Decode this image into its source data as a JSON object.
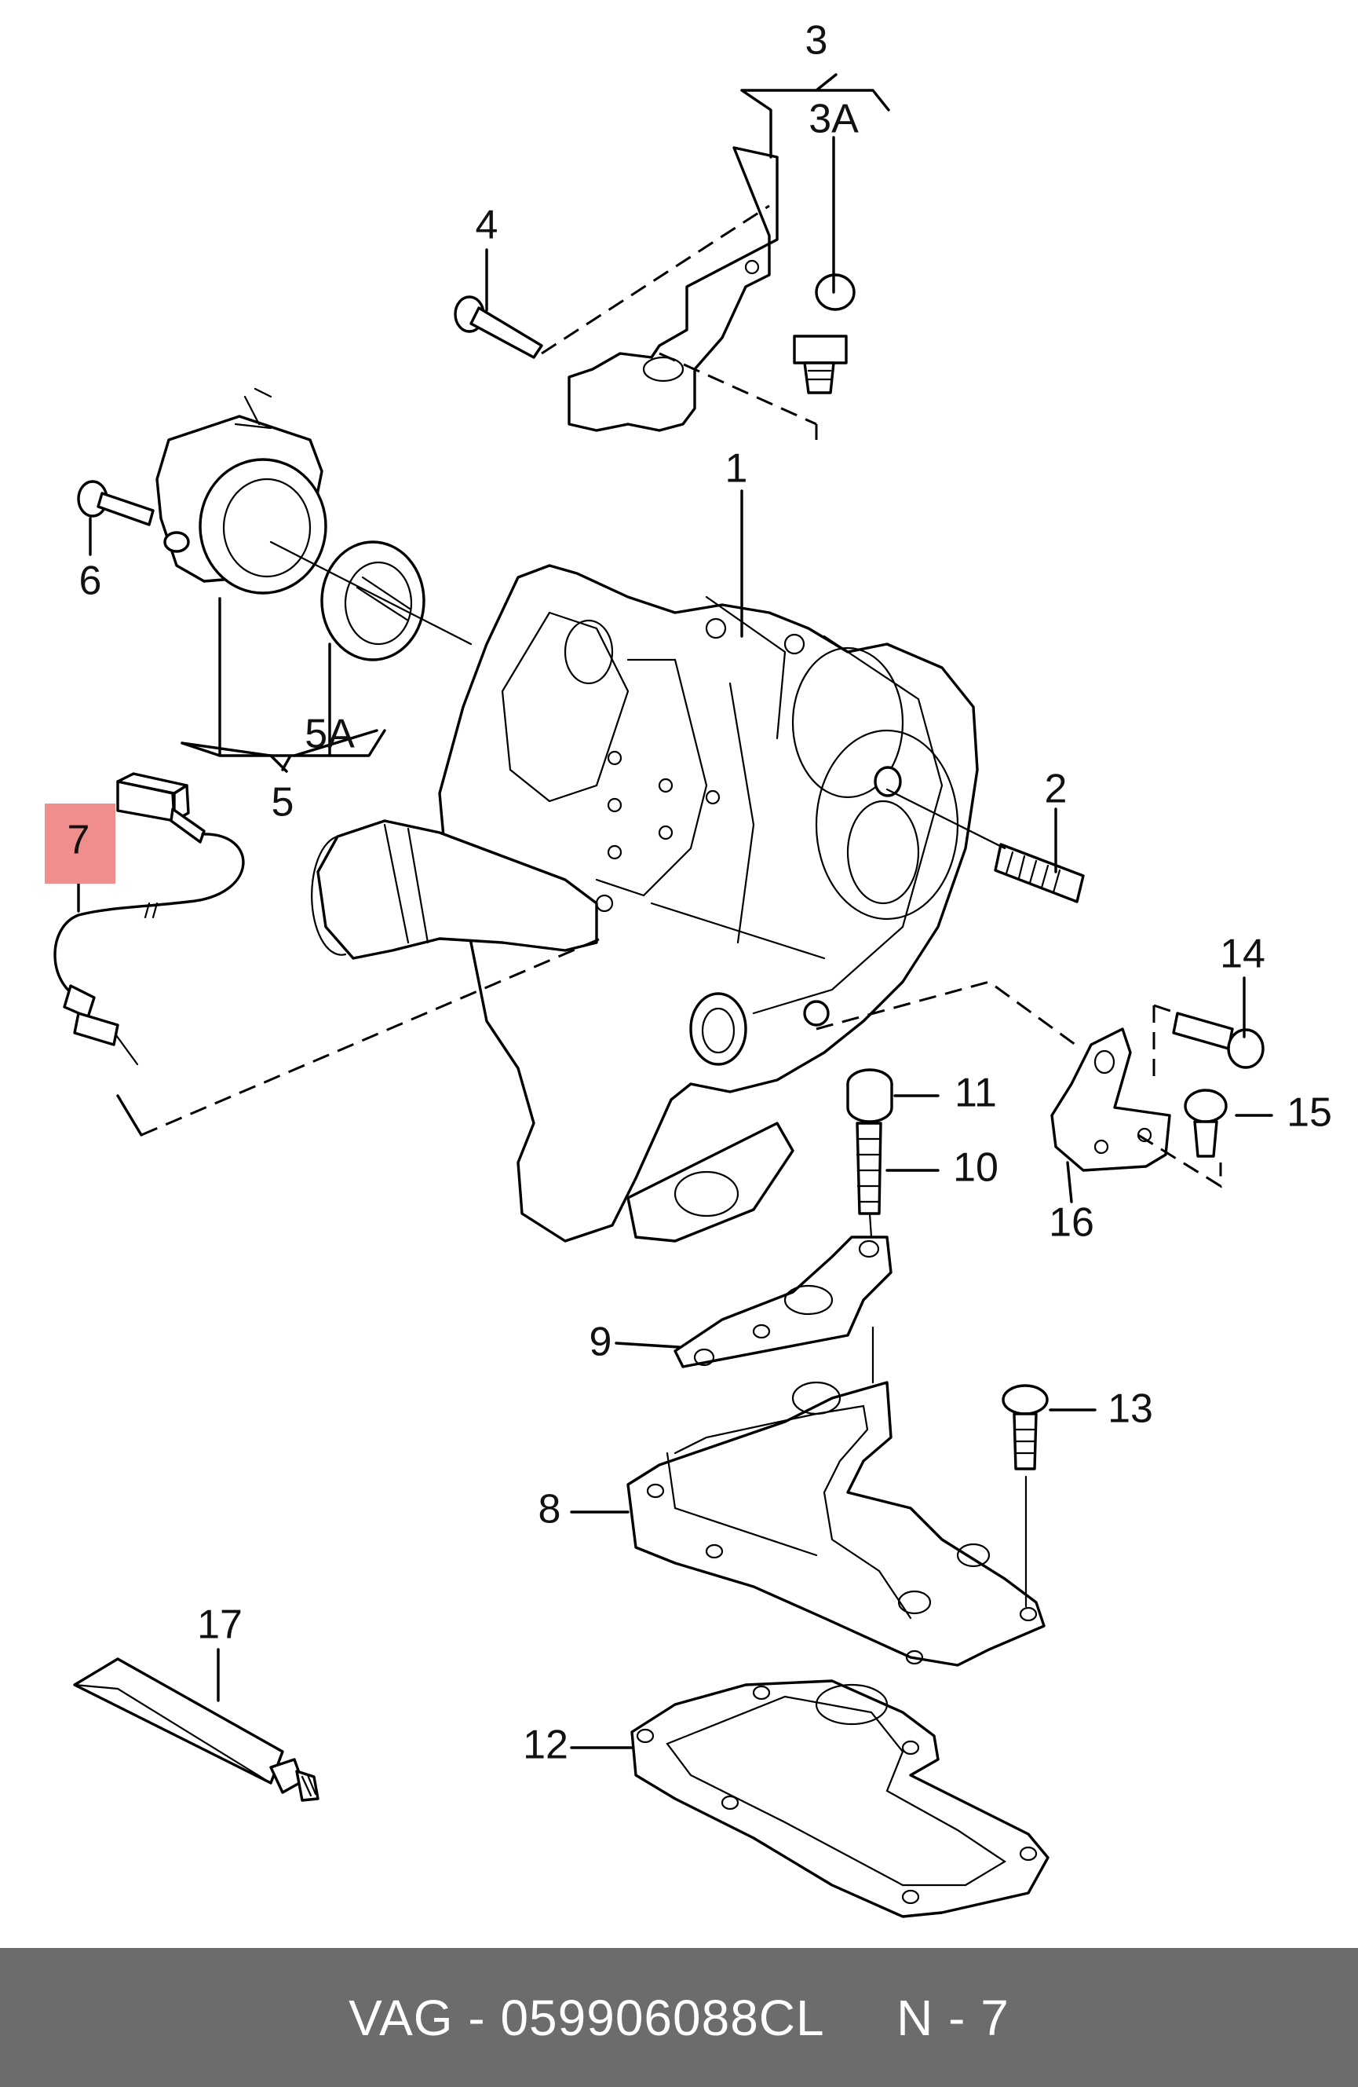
{
  "colors": {
    "highlight": "#f08e8e",
    "footer_bg": "#6c6c6c",
    "footer_text": "#ffffff",
    "line": "#000000"
  },
  "callouts": {
    "c1": "1",
    "c2": "2",
    "c3": "3",
    "c3a": "3A",
    "c4": "4",
    "c5": "5",
    "c5a": "5A",
    "c6": "6",
    "c7": "7",
    "c8": "8",
    "c9": "9",
    "c10": "10",
    "c11": "11",
    "c12": "12",
    "c13": "13",
    "c14": "14",
    "c15": "15",
    "c16": "16",
    "c17": "17"
  },
  "highlighted_callout": "7",
  "footer": {
    "text": "VAG - 059906088CL     N - 7"
  }
}
